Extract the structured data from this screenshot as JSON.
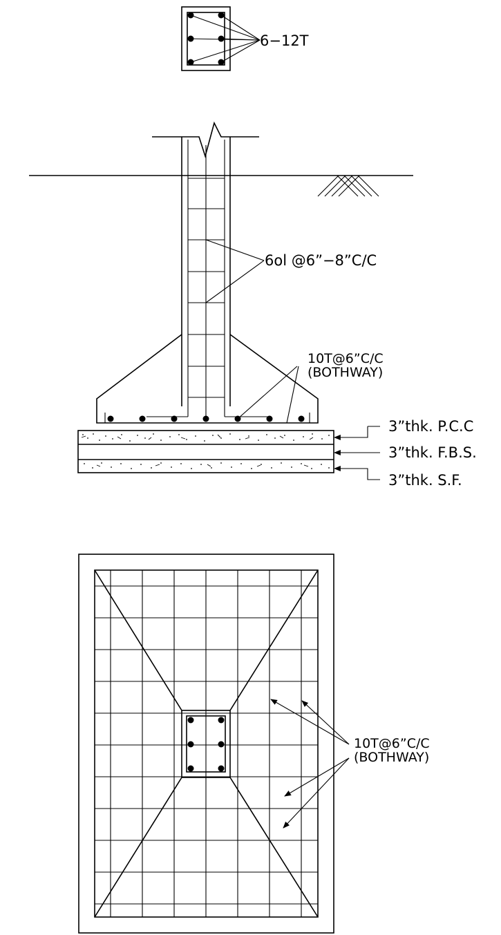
{
  "column_section": {
    "rebar_label": "6−12T"
  },
  "elevation": {
    "stirrup_label": "6οl @6”−8”C/C",
    "footing_rebar_label_line1": "10T@6”C/C",
    "footing_rebar_label_line2": "(BOTHWAY)",
    "layers": {
      "pcc": "3”thk.  P.C.C",
      "fbs": "3”thk.  F.B.S.",
      "sf": "3”thk.  S.F."
    }
  },
  "plan": {
    "rebar_label_line1": "10T@6”C/C",
    "rebar_label_line2": "(BOTHWAY)"
  }
}
